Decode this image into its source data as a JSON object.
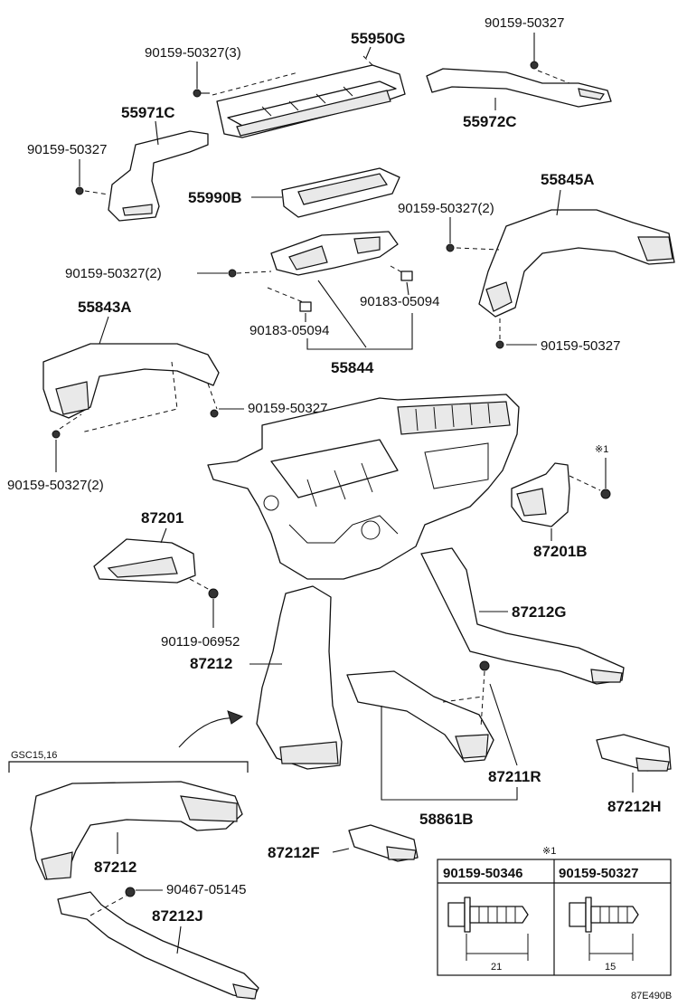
{
  "labels": {
    "p55950G": "55950G",
    "p55971C": "55971C",
    "p55972C": "55972C",
    "p55990B": "55990B",
    "p55845A": "55845A",
    "p55843A": "55843A",
    "p55844": "55844",
    "p87201": "87201",
    "p87201B": "87201B",
    "p87212": "87212",
    "p87212G": "87212G",
    "p87211R": "87211R",
    "p58861B": "58861B",
    "p87212H": "87212H",
    "p87212F": "87212F",
    "p87212_b": "87212",
    "p87212J": "87212J",
    "b_top3": "90159-50327(3)",
    "b_top_right": "90159-50327",
    "b_left": "90159-50327",
    "b_mid2": "90159-50327(2)",
    "b_right2": "90159-50327(2)",
    "b_right_low": "90159-50327",
    "b_left_mid": "90159-50327",
    "b_left_low2": "90159-50327(2)",
    "clip_a": "90183-05094",
    "clip_b": "90183-05094",
    "b_87201": "90119-06952",
    "b_87212J": "90467-05145",
    "note_mark": "※1",
    "note_mark2": "※1",
    "model_code": "GSC15,16",
    "diagram_code": "87E490B"
  },
  "detail_table": {
    "col1_header": "90159-50346",
    "col2_header": "90159-50327",
    "col1_length": "21",
    "col2_length": "15"
  }
}
